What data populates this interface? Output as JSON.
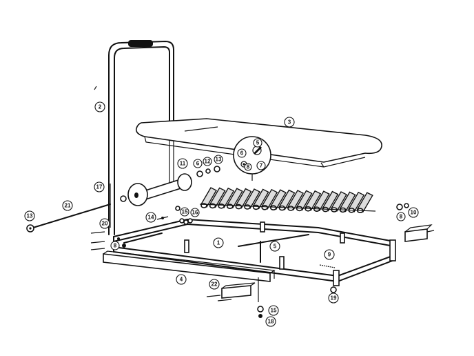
{
  "callouts": [
    {
      "id": "c1",
      "label": "1"
    },
    {
      "id": "c2",
      "label": "2"
    },
    {
      "id": "c3",
      "label": "3"
    },
    {
      "id": "c4",
      "label": "4"
    },
    {
      "id": "c5a",
      "label": "5"
    },
    {
      "id": "c5b",
      "label": "5"
    },
    {
      "id": "c6a",
      "label": "6"
    },
    {
      "id": "c6b",
      "label": "6"
    },
    {
      "id": "c7",
      "label": "7"
    },
    {
      "id": "c8a",
      "label": "8"
    },
    {
      "id": "c8b",
      "label": "8"
    },
    {
      "id": "c8c",
      "label": "8"
    },
    {
      "id": "c9",
      "label": "9"
    },
    {
      "id": "c10",
      "label": "10"
    },
    {
      "id": "c11",
      "label": "11"
    },
    {
      "id": "c12",
      "label": "12"
    },
    {
      "id": "c13a",
      "label": "13"
    },
    {
      "id": "c13b",
      "label": "13"
    },
    {
      "id": "c14",
      "label": "14"
    },
    {
      "id": "c15a",
      "label": "15"
    },
    {
      "id": "c15b",
      "label": "15"
    },
    {
      "id": "c16",
      "label": "16"
    },
    {
      "id": "c17",
      "label": "17"
    },
    {
      "id": "c18",
      "label": "18"
    },
    {
      "id": "c19",
      "label": "19"
    },
    {
      "id": "c20",
      "label": "20"
    },
    {
      "id": "c21",
      "label": "21"
    },
    {
      "id": "c22",
      "label": "22"
    }
  ]
}
